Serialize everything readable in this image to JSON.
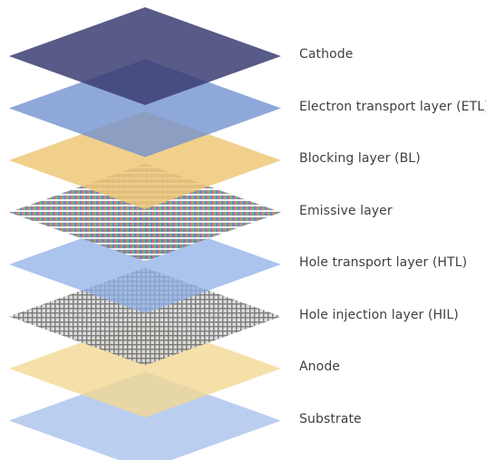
{
  "diagram": {
    "layers": [
      {
        "id": "cathode",
        "label": "Cathode",
        "color": "#3b3d72",
        "opacity": 0.85,
        "pattern": "solid"
      },
      {
        "id": "etl",
        "label": "Electron transport layer (ETL)",
        "color": "#6f8fcf",
        "opacity": 0.78,
        "pattern": "solid"
      },
      {
        "id": "bl",
        "label": "Blocking layer (BL)",
        "color": "#efc878",
        "opacity": 0.85,
        "pattern": "solid"
      },
      {
        "id": "emissive",
        "label": "Emissive layer",
        "color": "#d0d0e8",
        "opacity": 0.9,
        "pattern": "rgb-grid"
      },
      {
        "id": "htl",
        "label": "Hole transport layer (HTL)",
        "color": "#8fb0e8",
        "opacity": 0.75,
        "pattern": "solid"
      },
      {
        "id": "hil",
        "label": "Hole injection layer (HIL)",
        "color": "#9a9a9a",
        "opacity": 0.9,
        "pattern": "gray-grid"
      },
      {
        "id": "anode",
        "label": "Anode",
        "color": "#f2d894",
        "opacity": 0.8,
        "pattern": "solid"
      },
      {
        "id": "substrate",
        "label": "Substrate",
        "color": "#a7c0ec",
        "opacity": 0.78,
        "pattern": "solid"
      }
    ]
  }
}
